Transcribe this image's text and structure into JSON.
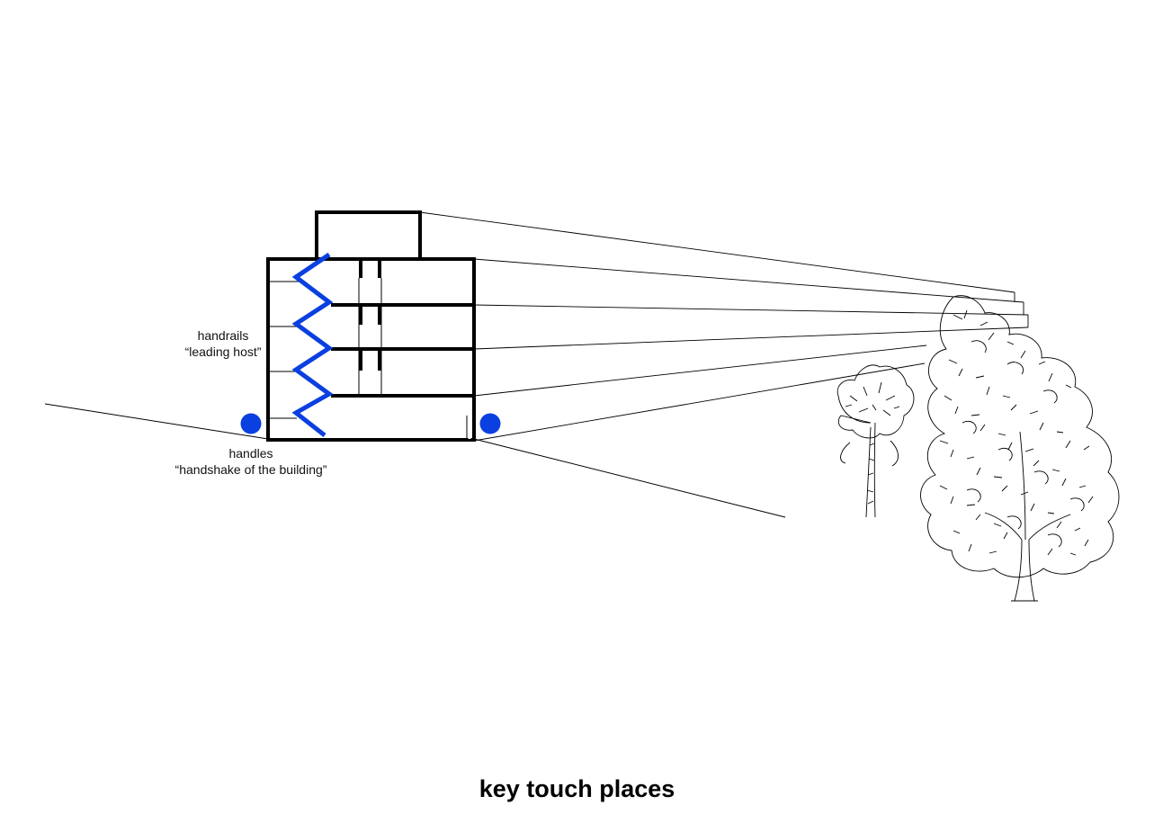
{
  "labels": {
    "handrails_title": "handrails",
    "handrails_subtitle": "“leading host”",
    "handles_title": "handles",
    "handles_subtitle": "“handshake of the building”"
  },
  "title": "key touch places",
  "colors": {
    "touch_accent": "#0a3fe0",
    "line": "#000000",
    "background": "#ffffff"
  },
  "icons": {
    "tree_large": "deciduous-tree-icon",
    "tree_small": "birch-tree-icon"
  }
}
